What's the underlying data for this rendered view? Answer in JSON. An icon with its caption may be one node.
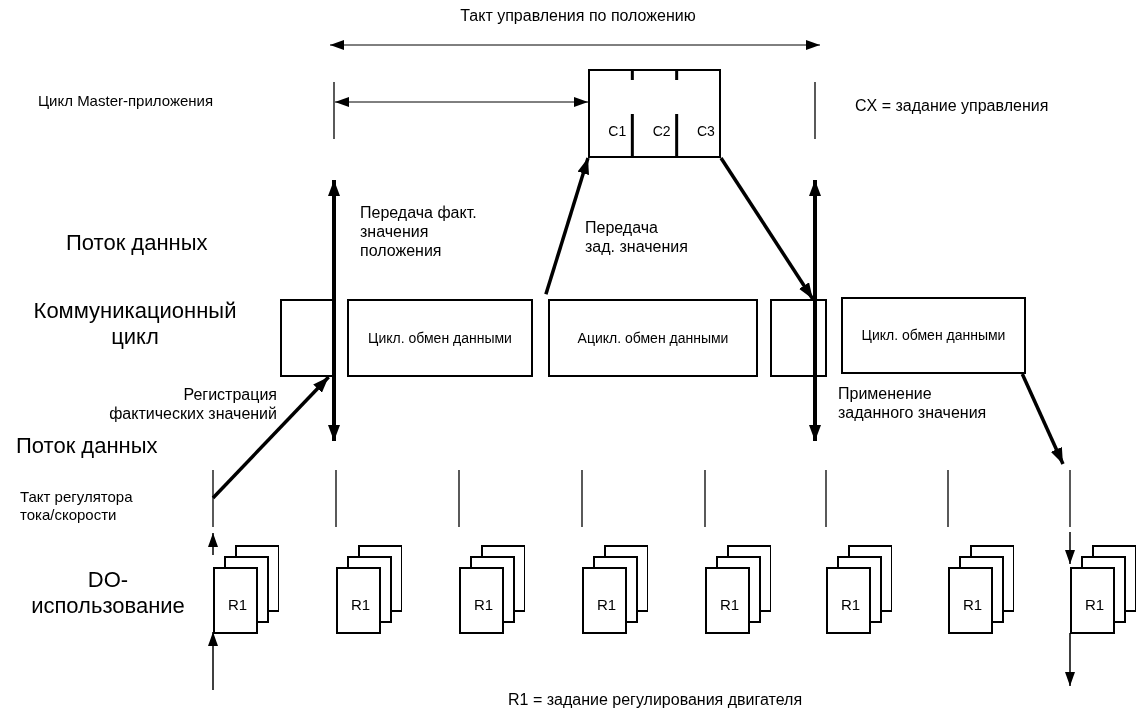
{
  "diagram": {
    "nodes": [
      {
        "text": [
          "C1",
          "C2",
          "C3"
        ]
      },
      {
        "text": [],
        "shape": "box"
      },
      {
        "text": [
          "Цикл. обмен данными"
        ]
      },
      {
        "text": [
          "Ацикл. обмен данными"
        ]
      },
      {
        "text": [],
        "shape": "box"
      },
      {
        "text": [
          "Цикл. обмен данными"
        ]
      },
      {
        "text": [
          "R1"
        ]
      },
      {
        "text": [
          "R1"
        ]
      },
      {
        "text": [
          "R1"
        ]
      },
      {
        "text": [
          "R1"
        ]
      },
      {
        "text": [
          "R1"
        ]
      },
      {
        "text": [
          "R1"
        ]
      },
      {
        "text": [
          "R1"
        ]
      },
      {
        "text": [
          "R1"
        ]
      }
    ],
    "edges": [
      {
        "from": 3,
        "to": 0,
        "arrow": "to"
      },
      {
        "from": 0,
        "to": 4,
        "arrow": "to"
      },
      {
        "from": null,
        "to": 1,
        "arrow": "to"
      },
      {
        "from": 5,
        "to": null,
        "arrow": "to"
      }
    ],
    "labels": [
      "Такт управления по положению",
      "Цикл Master-приложения",
      "CX = задание управления",
      "Поток данных",
      "Передача факт. значения положения",
      "Передача зад. значения",
      "Коммуникационный цикл",
      "Регистрация фактических значений",
      "Применение заданного значения",
      "Поток данных",
      "Такт регулятора тока/скорости",
      "DO- использование",
      "R1 = задание регулирования двигателя"
    ]
  }
}
